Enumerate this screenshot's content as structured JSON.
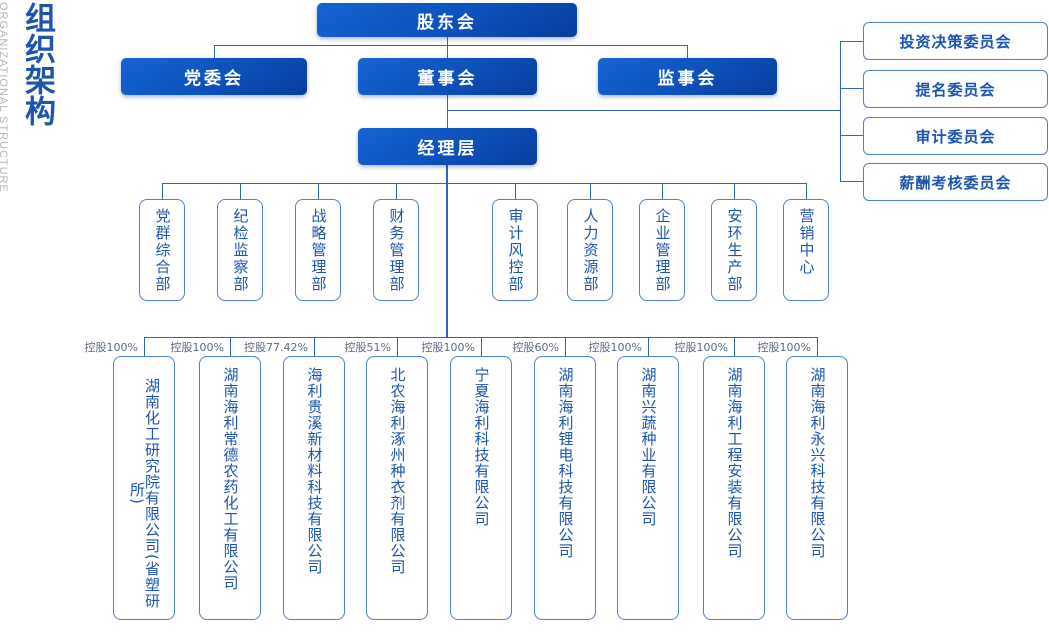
{
  "title": {
    "cn": "组织架构",
    "en": "ORGANIZATIONAL STRUCTURE"
  },
  "colors": {
    "node_gradient_top": "#1565d2",
    "node_gradient_bottom": "#083e9b",
    "node_text": "#ffffff",
    "outline_border": "#4f80cc",
    "outline_text": "#1d55ad",
    "connector_line": "#2f64b8",
    "share_label_text": "#5d6b80",
    "title_cn_color": "#1d55ad",
    "title_en_color": "#b4b4b4"
  },
  "nodes": {
    "shareholders": "股东会",
    "party_committee": "党委会",
    "board": "董事会",
    "supervisory": "监事会",
    "management": "经理层"
  },
  "board_committees": [
    "投资决策委员会",
    "提名委员会",
    "审计委员会",
    "薪酬考核委员会"
  ],
  "departments": [
    "党群综合部",
    "纪检监察部",
    "战略管理部",
    "财务管理部",
    "审计风控部",
    "人力资源部",
    "企业管理部",
    "安环生产部",
    "营销中心"
  ],
  "subsidiaries": [
    {
      "name": "湖南化工研究院有限公司(省塑研所)",
      "share": "控股100%"
    },
    {
      "name": "湖南海利常德农药化工有限公司",
      "share": "控股100%"
    },
    {
      "name": "海利贵溪新材料科技有限公司",
      "share": "控股77.42%"
    },
    {
      "name": "北农海利涿州种衣剂有限公司",
      "share": "控股51%"
    },
    {
      "name": "宁夏海利科技有限公司",
      "share": "控股100%"
    },
    {
      "name": "湖南海利锂电科技有限公司",
      "share": "控股60%"
    },
    {
      "name": "湖南兴蔬种业有限公司",
      "share": "控股100%"
    },
    {
      "name": "湖南海利工程安装有限公司",
      "share": "控股100%"
    },
    {
      "name": "湖南海利永兴科技有限公司",
      "share": "控股100%"
    }
  ]
}
